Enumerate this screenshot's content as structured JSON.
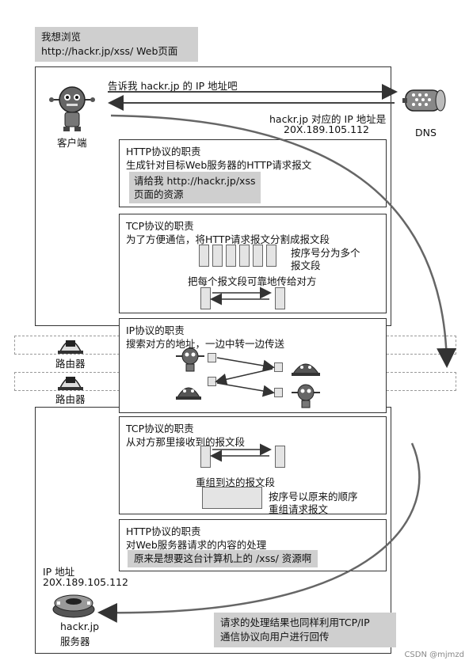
{
  "browse_callout": {
    "line1": "我想浏览",
    "line2": "http://hackr.jp/xss/ Web页面"
  },
  "client": {
    "label": "客户端"
  },
  "dns": {
    "label": "DNS",
    "request": "告诉我 hackr.jp 的 IP 地址吧",
    "reply_line1": "hackr.jp 对应的 IP 地址是",
    "reply_line2": "20X.189.105.112"
  },
  "http_panel": {
    "title": "HTTP协议的职责",
    "desc": "生成针对目标Web服务器的HTTP请求报文",
    "callout_line1": "请给我 http://hackr.jp/xss",
    "callout_line2": "页面的资源"
  },
  "tcp_panel": {
    "title": "TCP协议的职责",
    "desc": "为了方便通信，将HTTP请求报文分割成报文段",
    "note_line1": "按序号分为多个",
    "note_line2": "报文段",
    "reliable": "把每个报文段可靠地传给对方"
  },
  "ip_panel": {
    "title": "IP协议的职责",
    "desc": "搜索对方的地址，一边中转一边传送"
  },
  "routers": [
    {
      "label": "路由器"
    },
    {
      "label": "路由器"
    }
  ],
  "tcp_recv_panel": {
    "title": "TCP协议的职责",
    "desc": "从对方那里接收到的报文段",
    "reassemble": "重组到达的报文段",
    "note_line1": "按序号以原来的顺序",
    "note_line2": "重组请求报文"
  },
  "http_recv_panel": {
    "title": "HTTP协议的职责",
    "desc": "对Web服务器请求的内容的处理",
    "callout": "原来是想要这台计算机上的 /xss/ 资源啊"
  },
  "server": {
    "ip_label": "IP 地址",
    "ip_value": "20X.189.105.112",
    "name_line1": "hackr.jp",
    "name_line2": "服务器"
  },
  "response_note": {
    "line1": "请求的处理结果也同样利用TCP/IP",
    "line2": "通信协议向用户进行回传"
  },
  "watermark": "CSDN @mjmzd"
}
